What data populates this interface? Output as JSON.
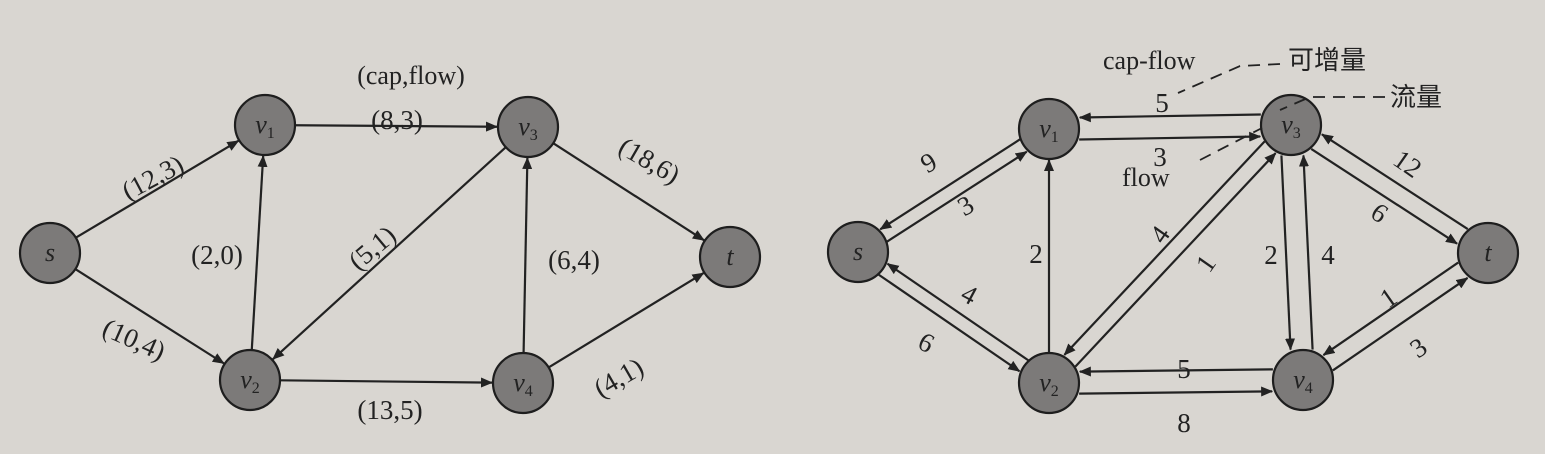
{
  "left_graph": {
    "header": "(cap,flow)",
    "nodes": [
      {
        "id": "s",
        "name": "s",
        "sub": ""
      },
      {
        "id": "v1",
        "name": "v",
        "sub": "1"
      },
      {
        "id": "v2",
        "name": "v",
        "sub": "2"
      },
      {
        "id": "v3",
        "name": "v",
        "sub": "3"
      },
      {
        "id": "v4",
        "name": "v",
        "sub": "4"
      },
      {
        "id": "t",
        "name": "t",
        "sub": ""
      }
    ],
    "edges": [
      {
        "from": "s",
        "to": "v1",
        "label": "(12,3)"
      },
      {
        "from": "s",
        "to": "v2",
        "label": "(10,4)"
      },
      {
        "from": "v2",
        "to": "v1",
        "label": "(2,0)"
      },
      {
        "from": "v1",
        "to": "v3",
        "label": "(8,3)"
      },
      {
        "from": "v3",
        "to": "v2",
        "label": "(5,1)"
      },
      {
        "from": "v2",
        "to": "v4",
        "label": "(13,5)"
      },
      {
        "from": "v4",
        "to": "v3",
        "label": "(6,4)"
      },
      {
        "from": "v3",
        "to": "t",
        "label": "(18,6)"
      },
      {
        "from": "v4",
        "to": "t",
        "label": "(4,1)"
      }
    ]
  },
  "right_graph": {
    "annotations": {
      "cap_flow": "cap-flow",
      "increment": "可增量",
      "flow_cn": "流量",
      "flow": "flow"
    },
    "nodes": [
      {
        "id": "s",
        "name": "s",
        "sub": ""
      },
      {
        "id": "v1",
        "name": "v",
        "sub": "1"
      },
      {
        "id": "v2",
        "name": "v",
        "sub": "2"
      },
      {
        "id": "v3",
        "name": "v",
        "sub": "3"
      },
      {
        "id": "v4",
        "name": "v",
        "sub": "4"
      },
      {
        "id": "t",
        "name": "t",
        "sub": ""
      }
    ],
    "edges": [
      {
        "from": "s",
        "to": "v1",
        "label": "9"
      },
      {
        "from": "v1",
        "to": "s",
        "label": "3"
      },
      {
        "from": "s",
        "to": "v2",
        "label": "6"
      },
      {
        "from": "v2",
        "to": "s",
        "label": "4"
      },
      {
        "from": "v2",
        "to": "v1",
        "label": "2"
      },
      {
        "from": "v1",
        "to": "v3",
        "label": "5"
      },
      {
        "from": "v3",
        "to": "v1",
        "label": "3"
      },
      {
        "from": "v3",
        "to": "v2",
        "label": "4"
      },
      {
        "from": "v2",
        "to": "v3",
        "label": "1"
      },
      {
        "from": "v2",
        "to": "v4",
        "label": "8"
      },
      {
        "from": "v4",
        "to": "v2",
        "label": "5"
      },
      {
        "from": "v4",
        "to": "v3",
        "label": "2"
      },
      {
        "from": "v3",
        "to": "v4",
        "label": "4"
      },
      {
        "from": "v3",
        "to": "t",
        "label": "12"
      },
      {
        "from": "t",
        "to": "v3",
        "label": "6"
      },
      {
        "from": "v4",
        "to": "t",
        "label": "3"
      },
      {
        "from": "t",
        "to": "v4",
        "label": "1"
      }
    ]
  }
}
